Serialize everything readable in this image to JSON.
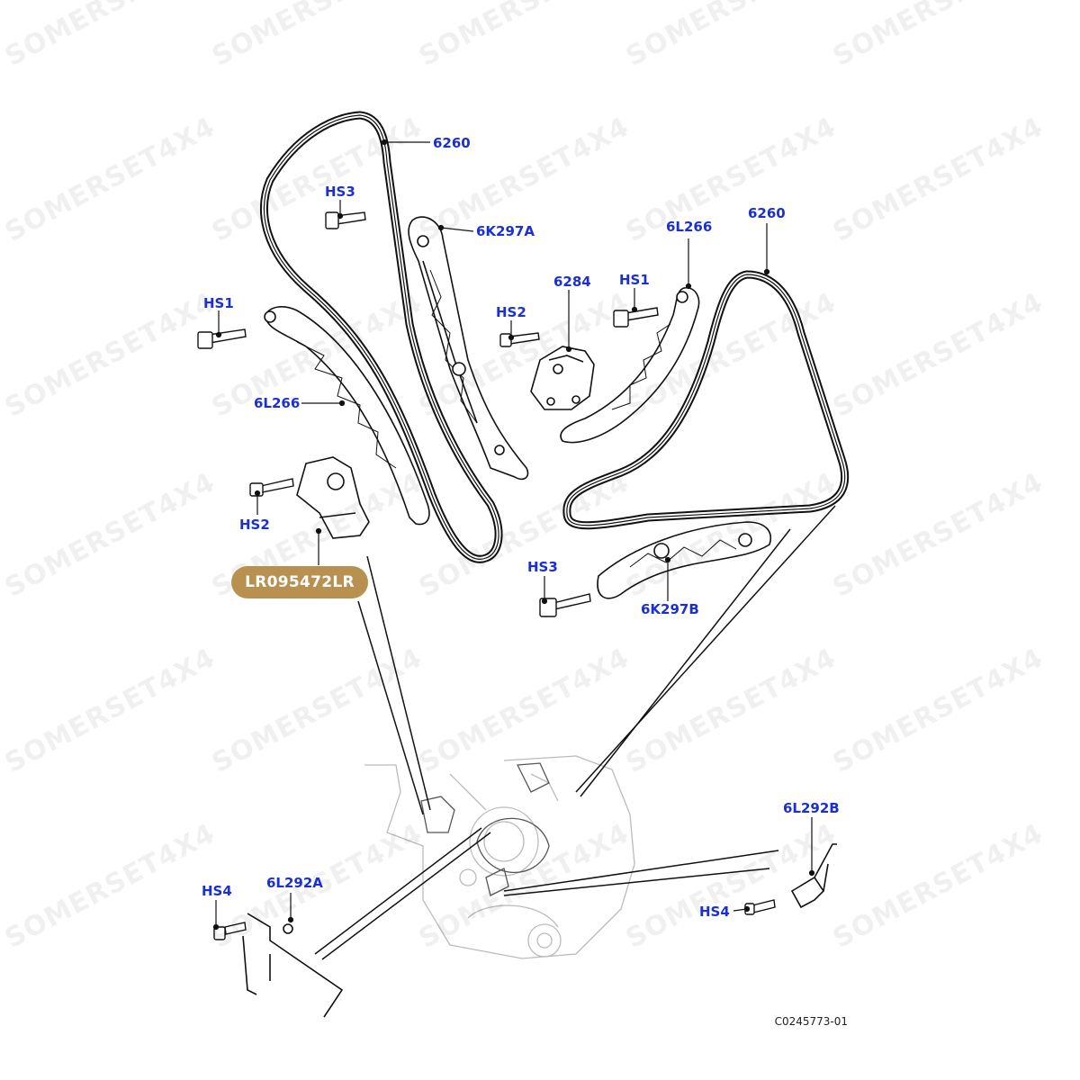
{
  "watermark": "SOMERSET4X4",
  "highlight_part": "LR095472LR",
  "diagram_code": "C0245773-01",
  "callouts": {
    "chain_left": "6260",
    "chain_right": "6260",
    "hs3_top": "HS3",
    "guide_top": "6K297A",
    "guide_bottom": "6K297B",
    "hs1_left": "HS1",
    "hs1_right": "HS1",
    "hs2_left": "HS2",
    "hs2_right": "HS2",
    "hs3_bottom": "HS3",
    "tensioner_center": "6284",
    "blade_left": "6L266",
    "blade_right": "6L266",
    "hs4_left": "HS4",
    "hs4_right": "HS4",
    "oil_jet_left": "6L292A",
    "oil_jet_right": "6L292B"
  },
  "colors": {
    "callout": "#1a2fd6",
    "highlight": "#b8904f",
    "line": "#111111",
    "engine": "#bbbbbb"
  }
}
